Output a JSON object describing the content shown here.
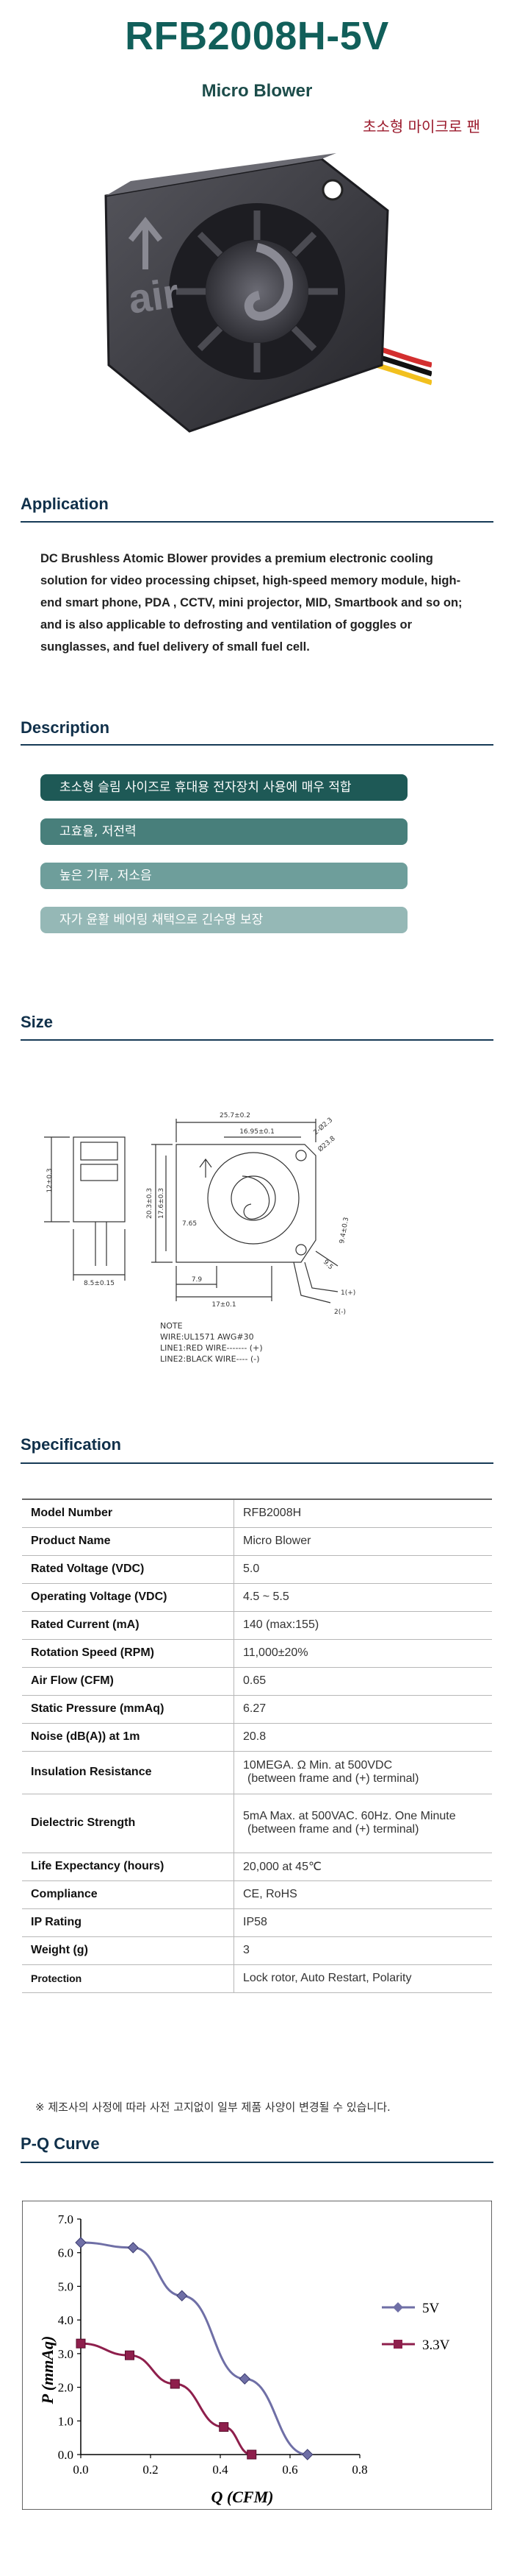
{
  "header": {
    "title": "RFB2008H-5V",
    "subtitle": "Micro Blower",
    "korean_title": "초소형 마이크로 팬"
  },
  "hero_image": {
    "embossed_text": "air",
    "body_color": "#3a3a40",
    "wire_colors": [
      "#d32f2f",
      "#111111",
      "#f2c01e"
    ]
  },
  "sections": {
    "application": "Application",
    "description": "Description",
    "size": "Size",
    "specification": "Specification",
    "pq_curve": "P-Q Curve"
  },
  "application": {
    "text": "DC Brushless Atomic Blower provides a premium electronic cooling solution for video processing chipset, high-speed memory module, high-end smart phone, PDA , CCTV, mini projector, MID, Smartbook and so on; and is also applicable to defrosting and ventilation of goggles or sunglasses, and fuel delivery of small fuel cell."
  },
  "description": {
    "items": [
      {
        "label": "초소형 슬림 사이즈로 휴대용 전자장치 사용에 매우 적합",
        "color": "#1e5956"
      },
      {
        "label": "고효율, 저전력",
        "color": "#487f7b"
      },
      {
        "label": "높은 기류, 저소음",
        "color": "#6e9e9b"
      },
      {
        "label": "자가 윤활 베어링 채택으로 긴수명 보장",
        "color": "#95b8b6"
      }
    ]
  },
  "size": {
    "dimensions": {
      "width_top": "25.7±0.2",
      "inner_width": "16.95±0.1",
      "hole_dia": "2-Ø2.3",
      "hub_dia": "Ø23.8",
      "height_left": "20.3±0.3",
      "height_inner": "17.6±0.3",
      "offset": "7.65",
      "bottom_a": "7.9",
      "bottom_b": "17±0.1",
      "side_right": "9.4±0.3",
      "side_angle": "9.5",
      "thickness": "12±0.3",
      "base_width": "8.5±0.15",
      "pin1": "1(+)",
      "pin2": "2(-)"
    },
    "notes": [
      "NOTE",
      "WIRE:UL1571 AWG#30",
      "LINE1:RED WIRE------- (+)",
      "LINE2:BLACK WIRE---- (-)"
    ]
  },
  "specification": {
    "rows": [
      {
        "key": "Model Number",
        "value": "RFB2008H"
      },
      {
        "key": "Product Name",
        "value": "Micro Blower"
      },
      {
        "key": "Rated Voltage (VDC)",
        "value": "5.0"
      },
      {
        "key": "Operating Voltage (VDC)",
        "value": "4.5 ~ 5.5"
      },
      {
        "key": "Rated Current (mA)",
        "value": "140 (max:155)"
      },
      {
        "key": "Rotation Speed (RPM)",
        "value": "11,000±20%"
      },
      {
        "key": "Air Flow (CFM)",
        "value": "0.65"
      },
      {
        "key": "Static Pressure (mmAq)",
        "value": "6.27"
      },
      {
        "key": "Noise (dB(A)) at 1m",
        "value": "20.8"
      },
      {
        "key": "Insulation Resistance",
        "value": "10MEGA. Ω Min. at 500VDC",
        "value2": "(between frame and (+) terminal)"
      },
      {
        "key": "Dielectric Strength",
        "value": "5mA Max. at 500VAC.  60Hz.  One Minute",
        "value2": "(between frame and (+) terminal)"
      },
      {
        "key": "Life Expectancy (hours)",
        "value": "20,000 at 45℃"
      },
      {
        "key": "Compliance",
        "value": "CE, RoHS"
      },
      {
        "key": "IP Rating",
        "value": "IP58"
      },
      {
        "key": "Weight (g)",
        "value": "3"
      },
      {
        "key": "Protection",
        "value": "Lock rotor, Auto Restart, Polarity"
      }
    ],
    "note": "※ 제조사의 사정에 따라 사전 고지없이 일부 제품 사양이 변경될 수 있습니다."
  },
  "chart_data": {
    "type": "line",
    "title": "",
    "xlabel": "Q  (CFM)",
    "ylabel": "P  (mmAq)",
    "xlim": [
      0,
      0.8
    ],
    "ylim": [
      0,
      7
    ],
    "xticks": [
      "0.0",
      "0.2",
      "0.4",
      "0.6",
      "0.8"
    ],
    "yticks": [
      "0.0",
      "1.0",
      "2.0",
      "3.0",
      "4.0",
      "5.0",
      "6.0",
      "7.0"
    ],
    "grid": false,
    "legend": "right",
    "series": [
      {
        "name": "5V",
        "color": "#6f6fa6",
        "marker": "diamond",
        "x": [
          0.0,
          0.15,
          0.29,
          0.47,
          0.65
        ],
        "y": [
          6.3,
          6.15,
          4.72,
          2.25,
          0.0
        ]
      },
      {
        "name": "3.3V",
        "color": "#8e1f4c",
        "marker": "square",
        "x": [
          0.0,
          0.14,
          0.27,
          0.41,
          0.49
        ],
        "y": [
          3.3,
          2.95,
          2.1,
          0.82,
          0.0
        ]
      }
    ]
  }
}
